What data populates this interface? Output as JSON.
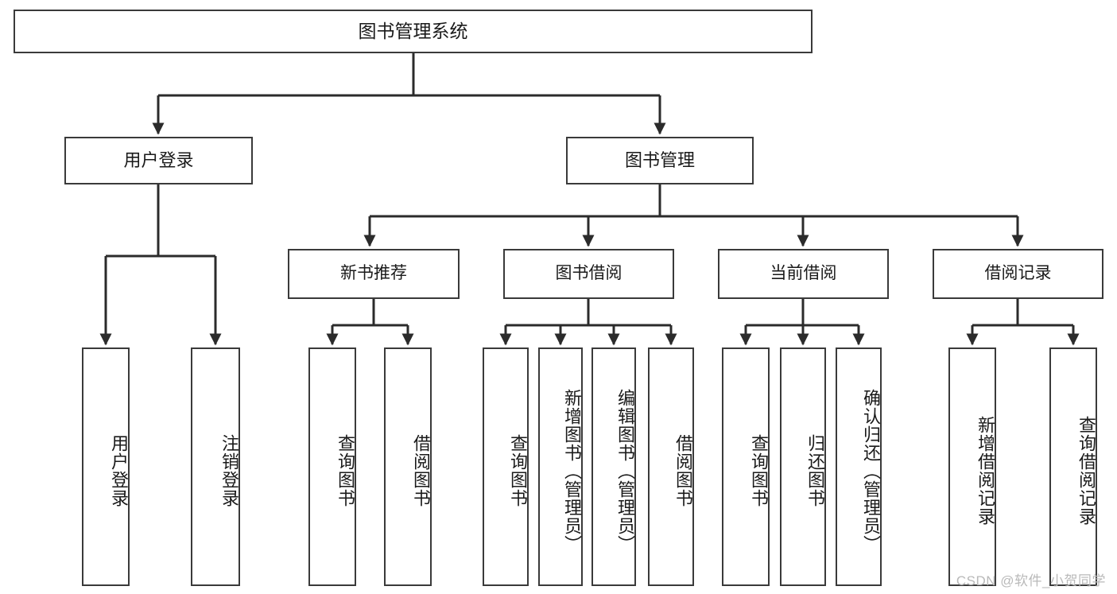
{
  "diagram": {
    "type": "tree",
    "title": "图书管理系统",
    "root": {
      "label": "图书管理系统"
    },
    "level1": [
      {
        "label": "用户登录"
      },
      {
        "label": "图书管理"
      }
    ],
    "level2": [
      {
        "label": "新书推荐",
        "parent": "图书管理"
      },
      {
        "label": "图书借阅",
        "parent": "图书管理"
      },
      {
        "label": "当前借阅",
        "parent": "图书管理"
      },
      {
        "label": "借阅记录",
        "parent": "图书管理"
      }
    ],
    "leaves": [
      {
        "label": "用户登录",
        "parent": "用户登录"
      },
      {
        "label": "注销登录",
        "parent": "用户登录"
      },
      {
        "label": "查询图书",
        "parent": "新书推荐"
      },
      {
        "label": "借阅图书",
        "parent": "新书推荐"
      },
      {
        "label": "查询图书",
        "parent": "图书借阅"
      },
      {
        "label": "新增图书（管理员）",
        "parent": "图书借阅"
      },
      {
        "label": "编辑图书（管理员）",
        "parent": "图书借阅"
      },
      {
        "label": "借阅图书",
        "parent": "图书借阅"
      },
      {
        "label": "查询图书",
        "parent": "当前借阅"
      },
      {
        "label": "归还图书",
        "parent": "当前借阅"
      },
      {
        "label": "确认归还（管理员）",
        "parent": "当前借阅"
      },
      {
        "label": "新增借阅记录",
        "parent": "借阅记录"
      },
      {
        "label": "查询借阅记录",
        "parent": "借阅记录"
      }
    ]
  },
  "watermark": {
    "text": "CSDN @软件_小贺同学"
  },
  "colors": {
    "border": "#3a3a3a",
    "background": "#ffffff",
    "text": "#1a1a1a",
    "watermark": "#b9b9b9"
  }
}
